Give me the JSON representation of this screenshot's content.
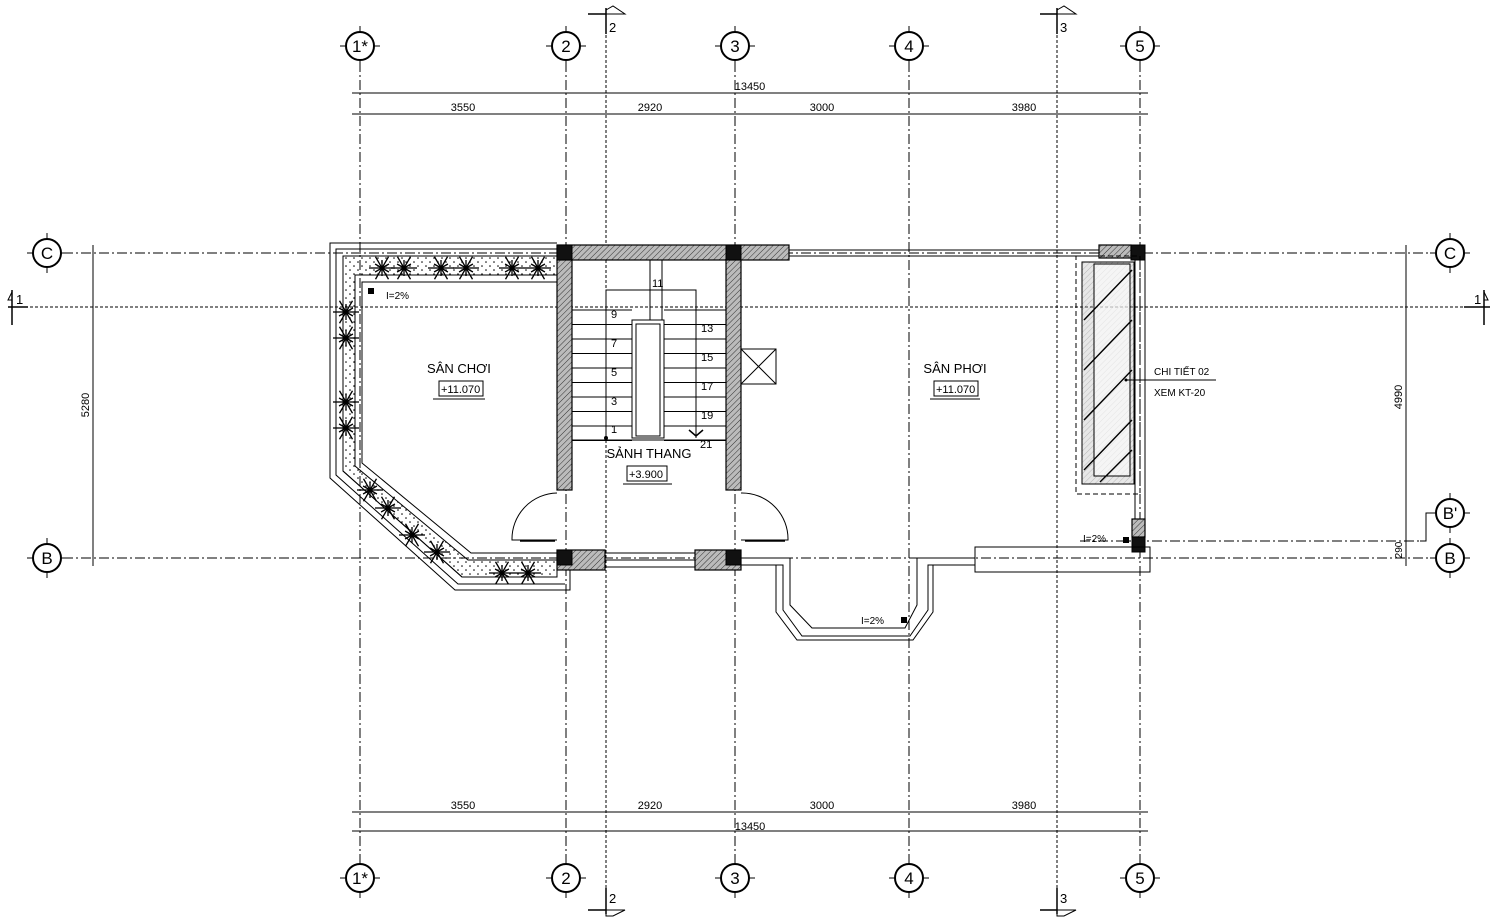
{
  "grid_axes": {
    "vertical": [
      "1*",
      "2",
      "3",
      "4",
      "5"
    ],
    "horizontal_left": [
      "C",
      "B"
    ],
    "horizontal_right": [
      "C",
      "B'",
      "B"
    ]
  },
  "section_marks": {
    "s1": "1",
    "s2": "2",
    "s3": "3"
  },
  "dimensions": {
    "total": "13450",
    "segments": [
      "3550",
      "2920",
      "3000",
      "3980"
    ],
    "left_vertical": "5280",
    "right_vertical": "4990",
    "right_small": "290"
  },
  "rooms": [
    {
      "name": "SÂN CHƠI",
      "elevation": "+11.070"
    },
    {
      "name": "SẢNH THANG",
      "elevation": "+3.900"
    },
    {
      "name": "SÂN PHƠI",
      "elevation": "+11.070"
    }
  ],
  "stairs": {
    "left_flight": [
      "1",
      "3",
      "5",
      "7",
      "9"
    ],
    "landing": "11",
    "right_flight": [
      "13",
      "15",
      "17",
      "19"
    ],
    "top": "21"
  },
  "slopes": [
    "I=2%",
    "I=2%",
    "I=2%"
  ],
  "note": {
    "line1": "CHI TIẾT 02",
    "line2": "XEM KT-20"
  }
}
